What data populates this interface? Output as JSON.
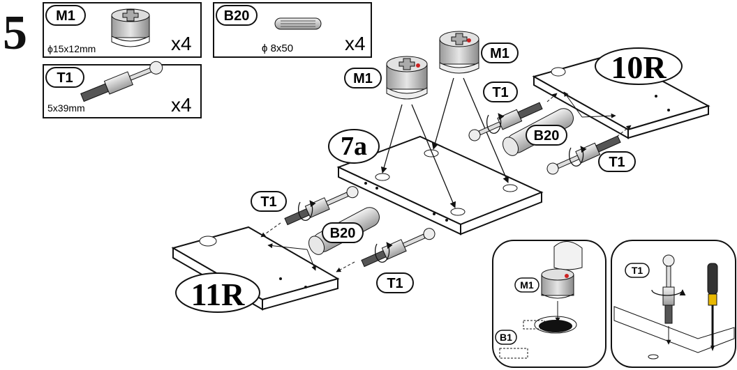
{
  "step": {
    "number": "5"
  },
  "parts": {
    "m1": {
      "code": "M1",
      "size": "ϕ15x12mm",
      "qty": "x4"
    },
    "b20": {
      "code": "B20",
      "size": "ϕ 8x50",
      "qty": "x4"
    },
    "t1": {
      "code": "T1",
      "size": "5x39mm",
      "qty": "x4"
    }
  },
  "panels": {
    "center": "7a",
    "right": "10R",
    "left": "11R"
  },
  "callouts": {
    "m1_a": "M1",
    "m1_b": "M1",
    "t1_right_top": "T1",
    "t1_right_bottom": "T1",
    "b20_right": "B20",
    "t1_left_top": "T1",
    "b20_left": "B20",
    "t1_left_bottom": "T1"
  },
  "details": {
    "d1_m1": "M1",
    "d1_b1": "B1",
    "d2_t1": "T1"
  },
  "colors": {
    "line": "#111111",
    "cam_red": "#cc2222",
    "handle_yellow": "#e8b800",
    "cam_body": "#cfcfcf"
  }
}
